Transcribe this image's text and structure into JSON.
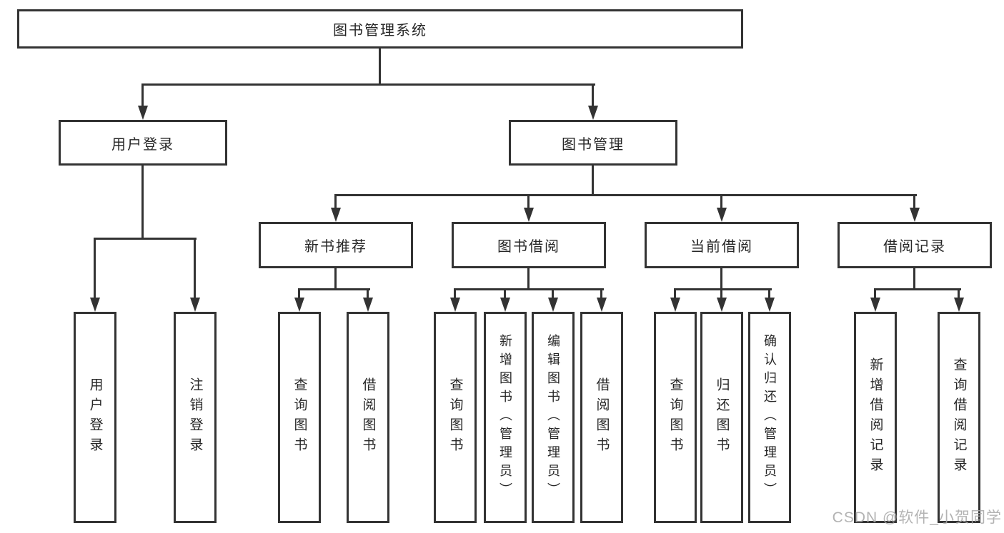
{
  "tree": {
    "root": "图书管理系统",
    "branches": [
      {
        "label": "用户登录",
        "children": [
          "用户登录",
          "注销登录"
        ]
      },
      {
        "label": "图书管理",
        "groups": [
          {
            "label": "新书推荐",
            "children": [
              "查询图书",
              "借阅图书"
            ]
          },
          {
            "label": "图书借阅",
            "children": [
              "查询图书",
              "新增图书（管理员）",
              "编辑图书（管理员）",
              "借阅图书"
            ]
          },
          {
            "label": "当前借阅",
            "children": [
              "查询图书",
              "归还图书",
              "确认归还（管理员）"
            ]
          },
          {
            "label": "借阅记录",
            "children": [
              "新增借阅记录",
              "查询借阅记录"
            ]
          }
        ]
      }
    ]
  },
  "watermark": "CSDN @软件_小贺同学",
  "colors": {
    "line": "#333333",
    "text": "#262626",
    "background": "#ffffff",
    "watermark": "#a8a8a8"
  }
}
